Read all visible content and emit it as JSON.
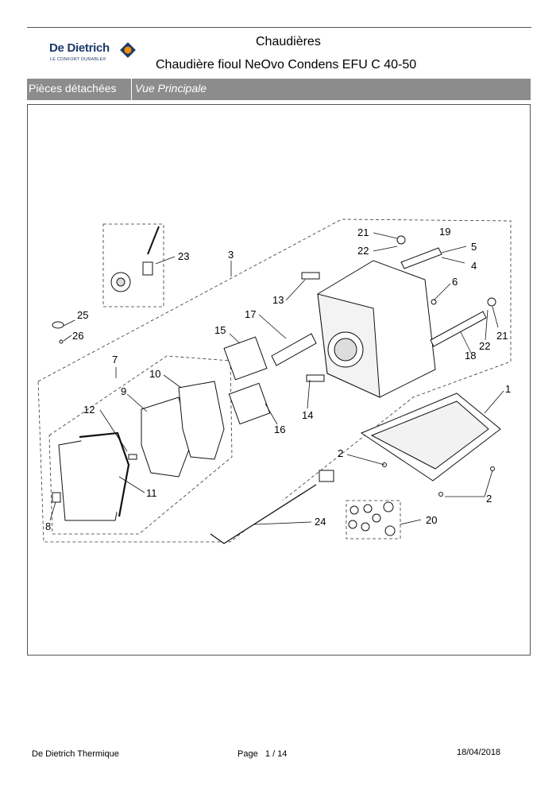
{
  "header": {
    "brand_name": "De Dietrich",
    "brand_tagline": "LE CONFORT DURABLE®",
    "category": "Chaudières",
    "product": "Chaudière fioul NeOvo Condens EFU C 40-50"
  },
  "section_bar": {
    "left": "Pièces détachées",
    "right": "Vue Principale"
  },
  "diagram": {
    "callouts": [
      "1",
      "2",
      "2",
      "3",
      "4",
      "5",
      "6",
      "7",
      "8",
      "9",
      "10",
      "11",
      "12",
      "13",
      "14",
      "15",
      "16",
      "17",
      "18",
      "19",
      "20",
      "21",
      "21",
      "22",
      "22",
      "23",
      "24",
      "25",
      "26"
    ]
  },
  "footer": {
    "company": "De Dietrich Thermique",
    "page_label": "Page",
    "page_current": "1",
    "page_sep": "/",
    "page_total": "14",
    "date": "18/04/2018"
  },
  "colors": {
    "bar": "#8c8c8c",
    "brand_blue": "#1d3a6e",
    "brand_orange": "#f29100"
  }
}
